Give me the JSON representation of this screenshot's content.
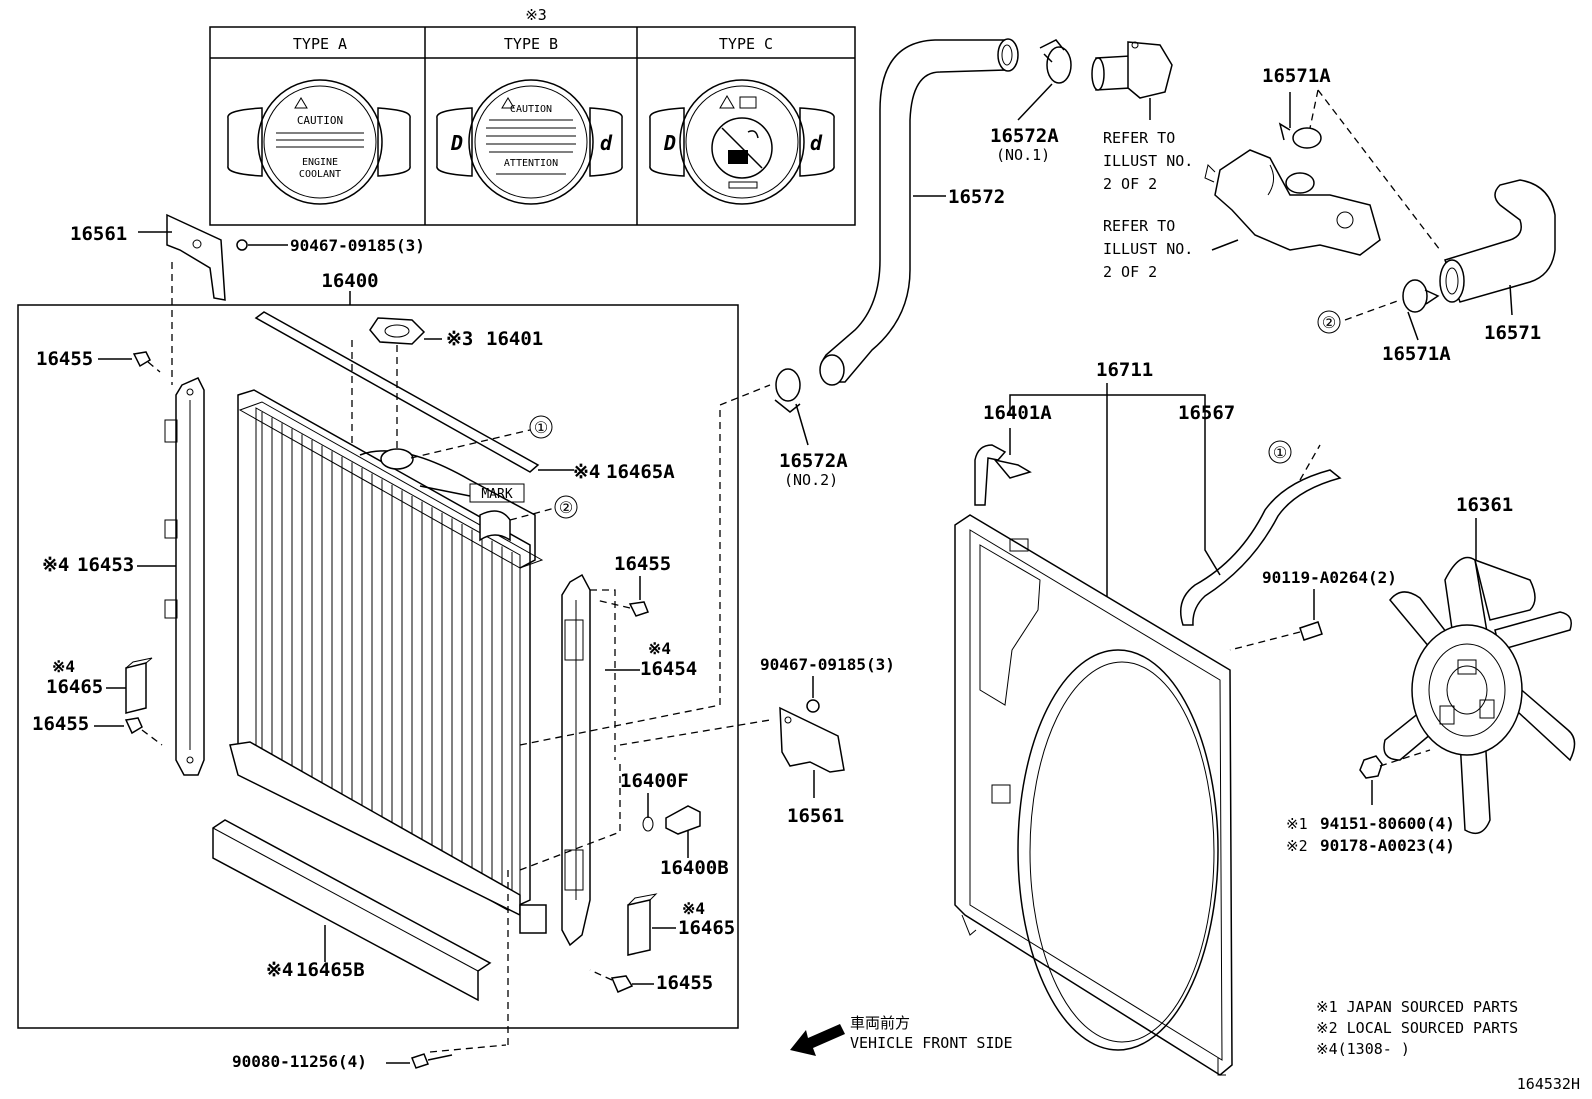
{
  "cap_table": {
    "note_mark": "※3",
    "columns": [
      "TYPE A",
      "TYPE B",
      "TYPE C"
    ],
    "type_a_text": [
      "CAUTION",
      "ENGINE",
      "COOLANT"
    ],
    "type_b_text": [
      "CAUTION",
      "ATTENTION"
    ]
  },
  "labels": {
    "p16561_top": "16561",
    "p90467_top": "90467-09185(3)",
    "p16400": "16400",
    "p16455_a": "16455",
    "p16401": "16401",
    "p16401_mark": "※3",
    "circle1": "①",
    "p16465A": "16465A",
    "p16465A_mark": "※4",
    "mark_tag": "MARK",
    "circle2": "②",
    "p16453": "16453",
    "p16453_mark": "※4",
    "p16465_left": "16465",
    "p16465_left_mark": "※4",
    "p16455_b": "16455",
    "p16455_c": "16455",
    "p16454": "16454",
    "p16454_mark": "※4",
    "p16400F": "16400F",
    "p16400B": "16400B",
    "p16465_right": "16465",
    "p16465_right_mark": "※4",
    "p16455_d": "16455",
    "p16465B": "16465B",
    "p16465B_mark": "※4",
    "p90080": "90080-11256(4)",
    "p90467_mid": "90467-09185(3)",
    "p16561_mid": "16561",
    "p16572": "16572",
    "p16572A_no1": "16572A",
    "no1": "(NO.1)",
    "p16572A_no2": "16572A",
    "no2": "(NO.2)",
    "refer1": [
      "REFER TO",
      "ILLUST NO.",
      "2 OF 2"
    ],
    "refer2": [
      "REFER TO",
      "ILLUST NO.",
      "2 OF 2"
    ],
    "p16571A_top": "16571A",
    "p16571A_bot": "16571A",
    "p16571": "16571",
    "circle2_right": "②",
    "p16711": "16711",
    "p16401A": "16401A",
    "p16567": "16567",
    "circle1_right": "①",
    "p16361": "16361",
    "p90119": "90119-A0264(2)",
    "p94151": "94151-80600(4)",
    "p94151_mark": "※1",
    "p90178": "90178-A0023(4)",
    "p90178_mark": "※2",
    "front_jp": "車両前方",
    "front_en": "VEHICLE FRONT SIDE"
  },
  "notes": [
    "※1 JAPAN SOURCED PARTS",
    "※2 LOCAL SOURCED PARTS",
    "※4(1308-      )"
  ],
  "figure_id": "164532H"
}
